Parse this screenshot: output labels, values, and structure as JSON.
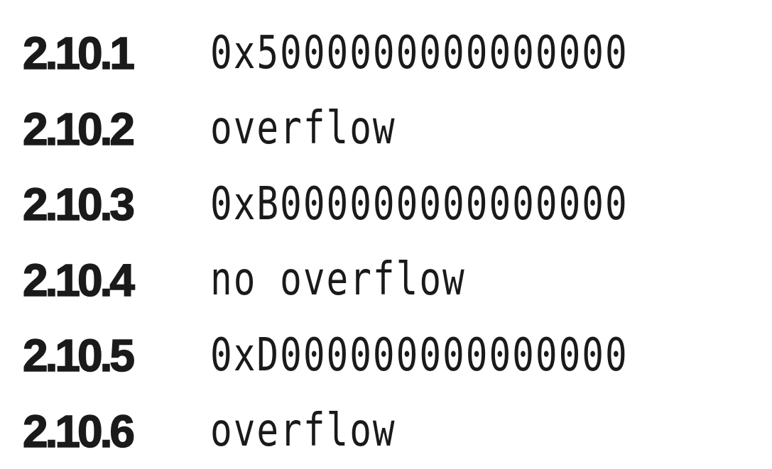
{
  "answers": [
    {
      "number": "2.10.1",
      "value": "0x5000000000000000"
    },
    {
      "number": "2.10.2",
      "value": "overflow"
    },
    {
      "number": "2.10.3",
      "value": "0xB000000000000000"
    },
    {
      "number": "2.10.4",
      "value": "no overflow"
    },
    {
      "number": "2.10.5",
      "value": "0xD000000000000000"
    },
    {
      "number": "2.10.6",
      "value": "overflow"
    }
  ]
}
